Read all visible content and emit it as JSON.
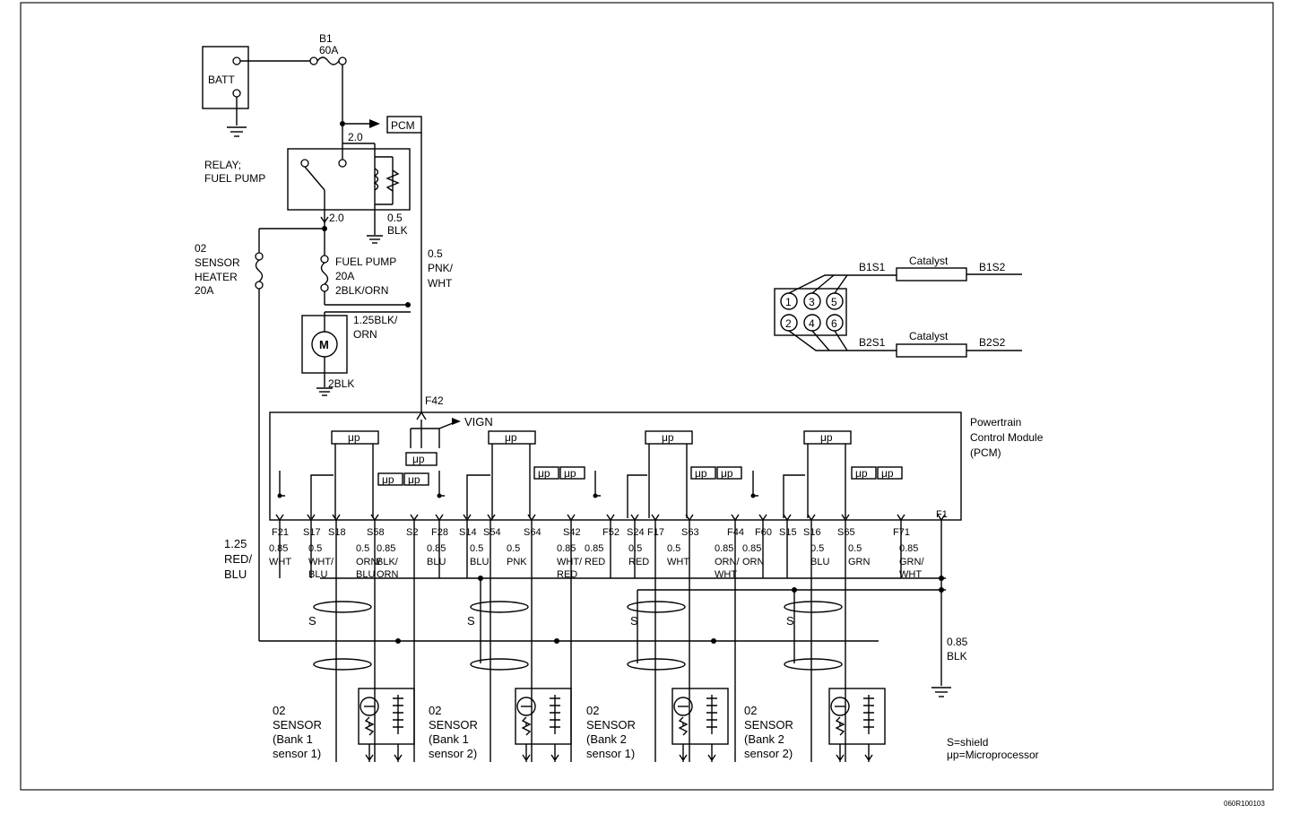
{
  "battery": {
    "label": "BATT"
  },
  "fuse_b1": {
    "name": "B1",
    "rating": "60A"
  },
  "pcm_tap": {
    "label": "PCM"
  },
  "relay": {
    "title_line1": "RELAY;",
    "title_line2": "FUEL PUMP",
    "in_wire": "2.0",
    "out_wire": "2.0",
    "gnd_size": "0.5",
    "gnd_color": "BLK"
  },
  "o2_heater_fuse": {
    "line1": "02",
    "line2": "SENSOR",
    "line3": "HEATER",
    "line4": "20A"
  },
  "fuel_pump_fuse": {
    "line1": "FUEL PUMP",
    "line2": "20A",
    "wire": "2BLK/ORN"
  },
  "pump_motor": {
    "symbol": "M",
    "wire_line1": "1.25BLK/",
    "wire_line2": "ORN",
    "gnd_wire": "2BLK"
  },
  "pcm_feed_wire": {
    "size": "0.5",
    "color_line1": "PNK/",
    "color_line2": "WHT"
  },
  "f42": "F42",
  "vign": "VIGN",
  "pcm": {
    "line1": "Powertrain",
    "line2": "Control Module",
    "line3": "(PCM)",
    "up": "μp"
  },
  "heater_common": {
    "size": "1.25",
    "line1": "RED/",
    "line2": "BLU"
  },
  "ground_wire": {
    "size": "0.85",
    "color": "BLK"
  },
  "pins": [
    "F21",
    "S17",
    "S18",
    "S58",
    "S2",
    "F28",
    "S14",
    "S54",
    "S64",
    "S42",
    "F52",
    "S24",
    "F17",
    "S63",
    "F44",
    "F60",
    "S15",
    "S16",
    "S65",
    "F71",
    "F1"
  ],
  "wire_labels": [
    {
      "id": "w-f21",
      "size": "0.85",
      "l1": "WHT",
      "l2": ""
    },
    {
      "id": "w-s17",
      "size": "0.5",
      "l1": "WHT/",
      "l2": "BLU"
    },
    {
      "id": "w-s18",
      "size": "0.5",
      "l1": "ORN/",
      "l2": "BLU"
    },
    {
      "id": "w-s58",
      "size": "0.85",
      "l1": "BLK/",
      "l2": "ORN"
    },
    {
      "id": "w-f28",
      "size": "0.85",
      "l1": "BLU",
      "l2": ""
    },
    {
      "id": "w-s14",
      "size": "0.5",
      "l1": "BLU",
      "l2": ""
    },
    {
      "id": "w-s54",
      "size": "0.5",
      "l1": "PNK",
      "l2": ""
    },
    {
      "id": "w-s42",
      "size": "0.85",
      "l1": "WHT/",
      "l2": "RED"
    },
    {
      "id": "w-f52",
      "size": "0.85",
      "l1": "RED",
      "l2": ""
    },
    {
      "id": "w-s24",
      "size": "0.5",
      "l1": "RED",
      "l2": ""
    },
    {
      "id": "w-s63",
      "size": "0.5",
      "l1": "WHT",
      "l2": ""
    },
    {
      "id": "w-f44",
      "size": "0.85",
      "l1": "ORN/",
      "l2": "WHT"
    },
    {
      "id": "w-f60",
      "size": "0.85",
      "l1": "ORN",
      "l2": ""
    },
    {
      "id": "w-s16",
      "size": "0.5",
      "l1": "BLU",
      "l2": ""
    },
    {
      "id": "w-s65",
      "size": "0.5",
      "l1": "GRN",
      "l2": ""
    },
    {
      "id": "w-f71",
      "size": "0.85",
      "l1": "GRN/",
      "l2": "WHT"
    }
  ],
  "sensors": [
    {
      "l1": "02",
      "l2": "SENSOR",
      "l3": "(Bank 1",
      "l4": "sensor 1)"
    },
    {
      "l1": "02",
      "l2": "SENSOR",
      "l3": "(Bank 1",
      "l4": "sensor 2)"
    },
    {
      "l1": "02",
      "l2": "SENSOR",
      "l3": "(Bank 2",
      "l4": "sensor 1)"
    },
    {
      "l1": "02",
      "l2": "SENSOR",
      "l3": "(Bank 2",
      "l4": "sensor 2)"
    }
  ],
  "shield_mark": "S",
  "engine": {
    "cylinders": [
      "1",
      "3",
      "5",
      "2",
      "4",
      "6"
    ],
    "b1s1": "B1S1",
    "b1s2": "B1S2",
    "b2s1": "B2S1",
    "b2s2": "B2S2",
    "catalyst": "Catalyst"
  },
  "legend": {
    "line1": "S=shield",
    "line2": "μp=Microprocessor"
  },
  "figure_code": "060R100103"
}
